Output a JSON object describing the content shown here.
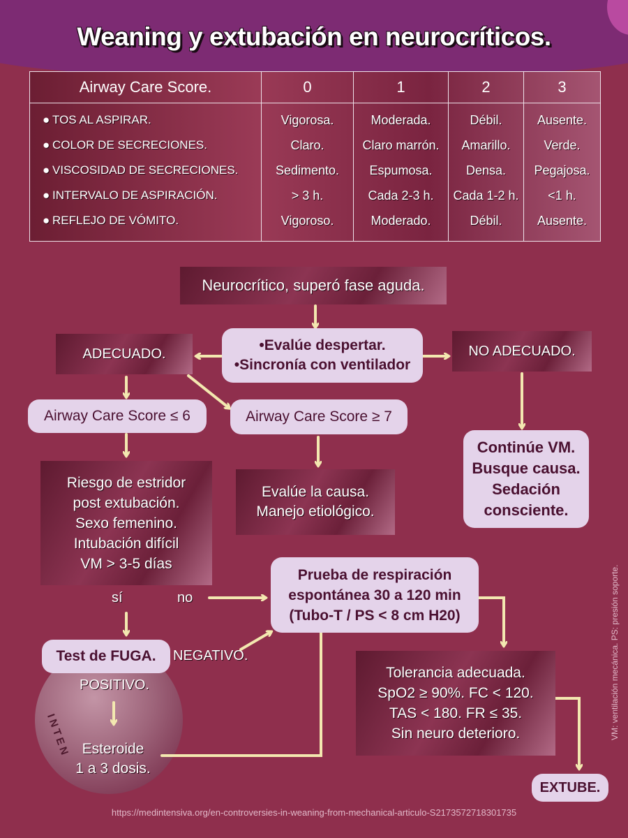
{
  "title": "Weaning y extubación en neurocríticos.",
  "score_table": {
    "header": [
      "Airway Care Score.",
      "0",
      "1",
      "2",
      "3"
    ],
    "criteria": [
      "TOS AL ASPIRAR.",
      "COLOR DE SECRECIONES.",
      "VISCOSIDAD DE SECRECIONES.",
      "INTERVALO DE ASPIRACIÓN.",
      "REFLEJO DE VÓMITO."
    ],
    "columns": [
      [
        "Vigorosa.",
        "Claro.",
        "Sedimento.",
        "> 3 h.",
        "Vigoroso."
      ],
      [
        "Moderada.",
        "Claro marrón.",
        "Espumosa.",
        "Cada 2-3 h.",
        "Moderado."
      ],
      [
        "Débil.",
        "Amarillo.",
        "Densa.",
        "Cada 1-2 h.",
        "Débil."
      ],
      [
        "Ausente.",
        "Verde.",
        "Pegajosa.",
        "<1 h.",
        "Ausente."
      ]
    ]
  },
  "flow": {
    "start": "Neurocrítico, superó fase aguda.",
    "evaluate": [
      "•Evalúe despertar.",
      "•Sincronía con ventilador"
    ],
    "adequate": "ADECUADO.",
    "not_adequate": "NO ADECUADO.",
    "acs_low": "Airway Care Score ≤ 6",
    "acs_high": "Airway Care Score ≥ 7",
    "evaluate_cause": [
      "Evalúe la causa.",
      "Manejo etiológico."
    ],
    "continue_vm": [
      "Continúe VM.",
      "Busque causa.",
      "Sedación",
      "consciente."
    ],
    "risk": [
      "Riesgo de estridor",
      "post extubación.",
      "Sexo femenino.",
      "Intubación difícil",
      "VM > 3-5 días"
    ],
    "yes": "sí",
    "no": "no",
    "sbt": [
      "Prueba de respiración",
      "espontánea 30 a 120 min",
      "(Tubo-T / PS < 8 cm H20)"
    ],
    "leak_test": "Test de FUGA.",
    "negative": "NEGATIVO.",
    "positive": "POSITIVO.",
    "steroid": [
      "Esteroide",
      "1 a 3 dosis."
    ],
    "tolerance": [
      "Tolerancia adecuada.",
      "SpO2 ≥ 90%. FC < 120.",
      "TAS < 180. FR ≤ 35.",
      "Sin neuro deterioro."
    ],
    "extube": "EXTUBE."
  },
  "logo_text": "INTEN",
  "footnote": "VM: ventilación mecánica.  PS: presión soporte.",
  "source_url": "https://medintensiva.org/en-controversies-in-weaning-from-mechanical-articulo-S2173572718301735",
  "colors": {
    "background": "#8f2f4d",
    "title_band": "#7d2b73",
    "box_light": "#e4d3ea",
    "arrow": "#f3e8b0"
  }
}
